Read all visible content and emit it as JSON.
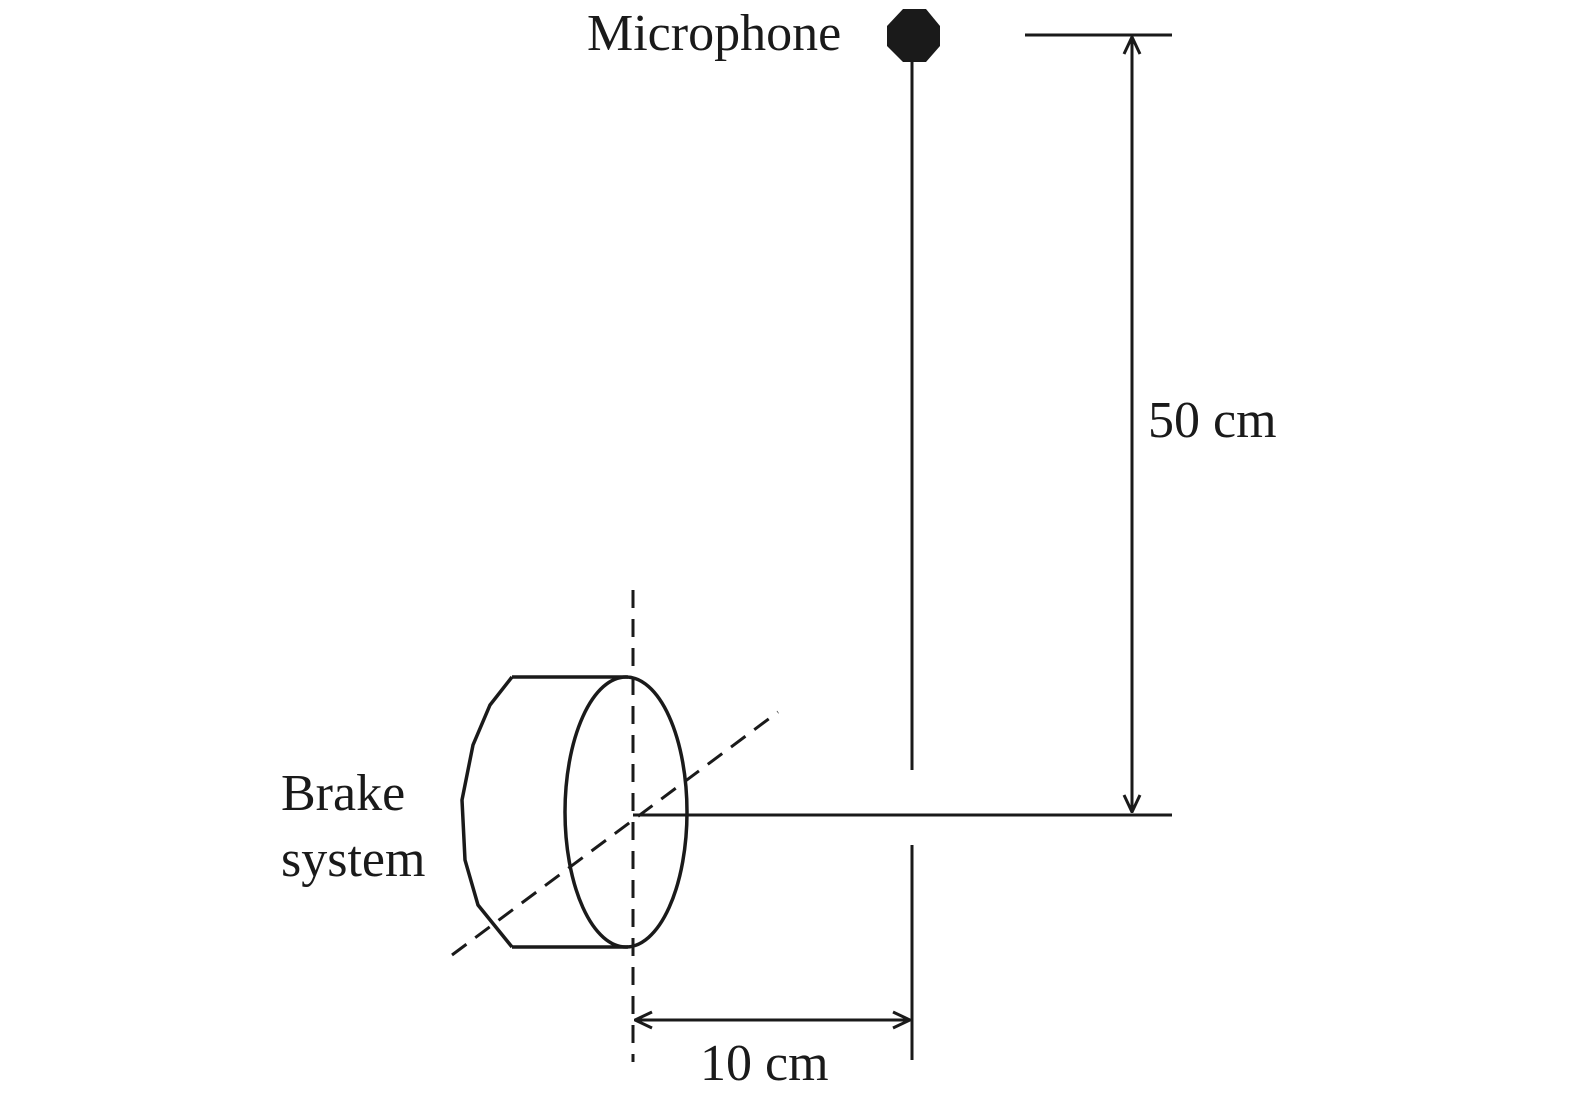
{
  "labels": {
    "microphone": "Microphone",
    "brake_line1": "Brake",
    "brake_line2": "system",
    "vertical_dimension": "50 cm",
    "horizontal_dimension": "10 cm"
  },
  "colors": {
    "stroke": "#1a1a1a",
    "background": "#ffffff"
  },
  "icons": {
    "microphone": "microphone-dot-icon",
    "brake": "brake-disc-icon"
  }
}
